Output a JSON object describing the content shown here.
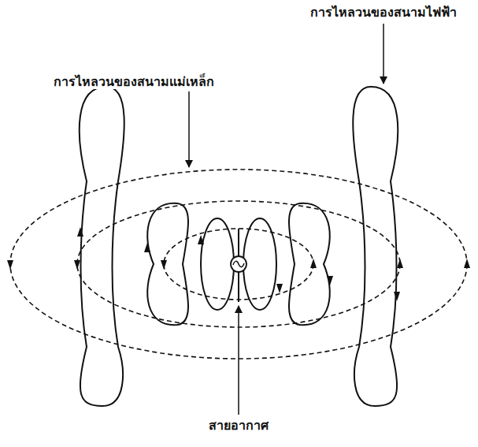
{
  "diagram": {
    "labels": [
      "การไหลวนของสนามไฟฟ้า",
      "การไหลวนของสนามแม่เหล็ก",
      "สายอากาศ"
    ]
  }
}
